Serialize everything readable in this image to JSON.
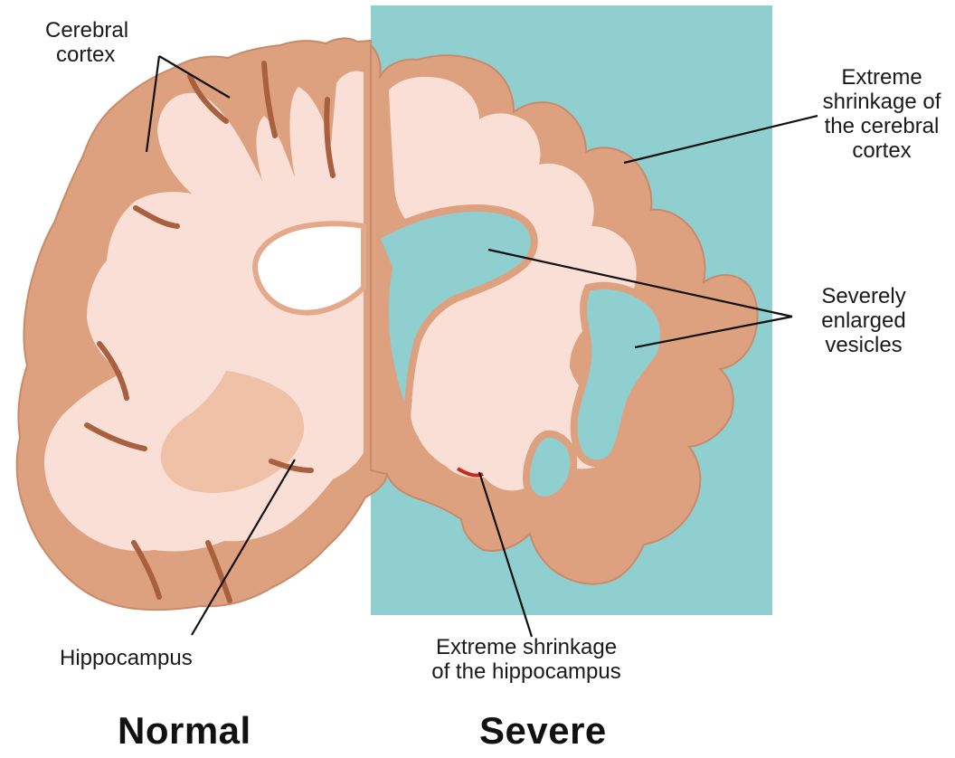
{
  "labels": {
    "cerebral_cortex": [
      "Cerebral",
      "cortex"
    ],
    "hippocampus": "Hippocampus",
    "extreme_shrinkage_cortex": [
      "Extreme",
      "shrinkage of",
      "the cerebral",
      "cortex"
    ],
    "enlarged_vesicles": [
      "Severely",
      "enlarged",
      "vesicles"
    ],
    "extreme_shrinkage_hippocampus": [
      "Extreme shrinkage",
      "of the hippocampus"
    ]
  },
  "captions": {
    "left": "Normal",
    "right": "Severe"
  },
  "colors": {
    "background": "#ffffff",
    "panel": "#8fcfcf",
    "tissue_outer": "#dea17f",
    "tissue_mid": "#eab99c",
    "white_matter": "#f9dfd6",
    "core": "#efc2a8",
    "sulcus": "#a8603e",
    "leader": "#111111"
  }
}
